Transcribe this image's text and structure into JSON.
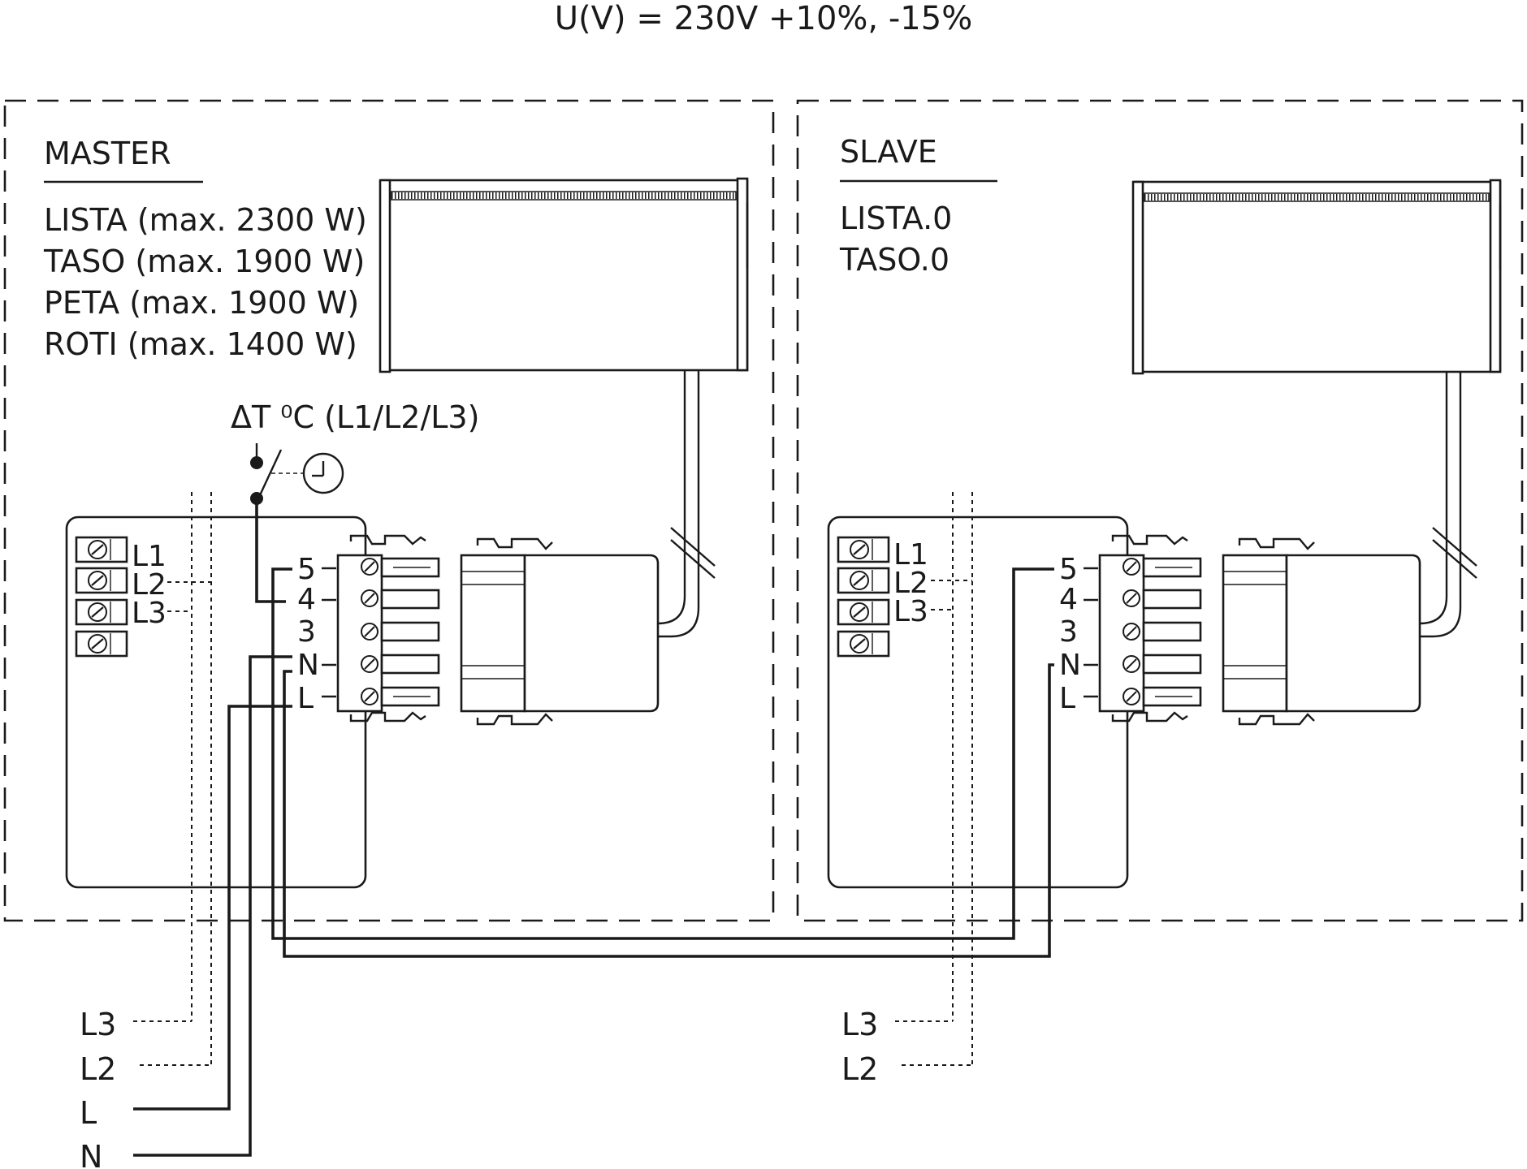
{
  "header": {
    "voltage": "U(V) = 230V  +10%, -15%"
  },
  "master": {
    "title": "MASTER",
    "models": [
      "LISTA (max. 2300 W)",
      "TASO (max. 1900 W)",
      "PETA (max. 1900 W)",
      "ROTI (max. 1400 W)"
    ],
    "thermostat_label": "ΔT ⁰C (L1/L2/L3)",
    "phase_terminals": [
      "L1",
      "L2",
      "L3"
    ],
    "connector_pins": [
      "5",
      "4",
      "3",
      "N",
      "L"
    ]
  },
  "slave": {
    "title": "SLAVE",
    "models": [
      "LISTA.0",
      "TASO.0"
    ],
    "phase_terminals": [
      "L1",
      "L2",
      "L3"
    ],
    "connector_pins": [
      "5",
      "4",
      "3",
      "N",
      "L"
    ]
  },
  "supply": {
    "master_lines": [
      "L3",
      "L2",
      "L",
      "N"
    ],
    "slave_lines": [
      "L3",
      "L2"
    ]
  }
}
